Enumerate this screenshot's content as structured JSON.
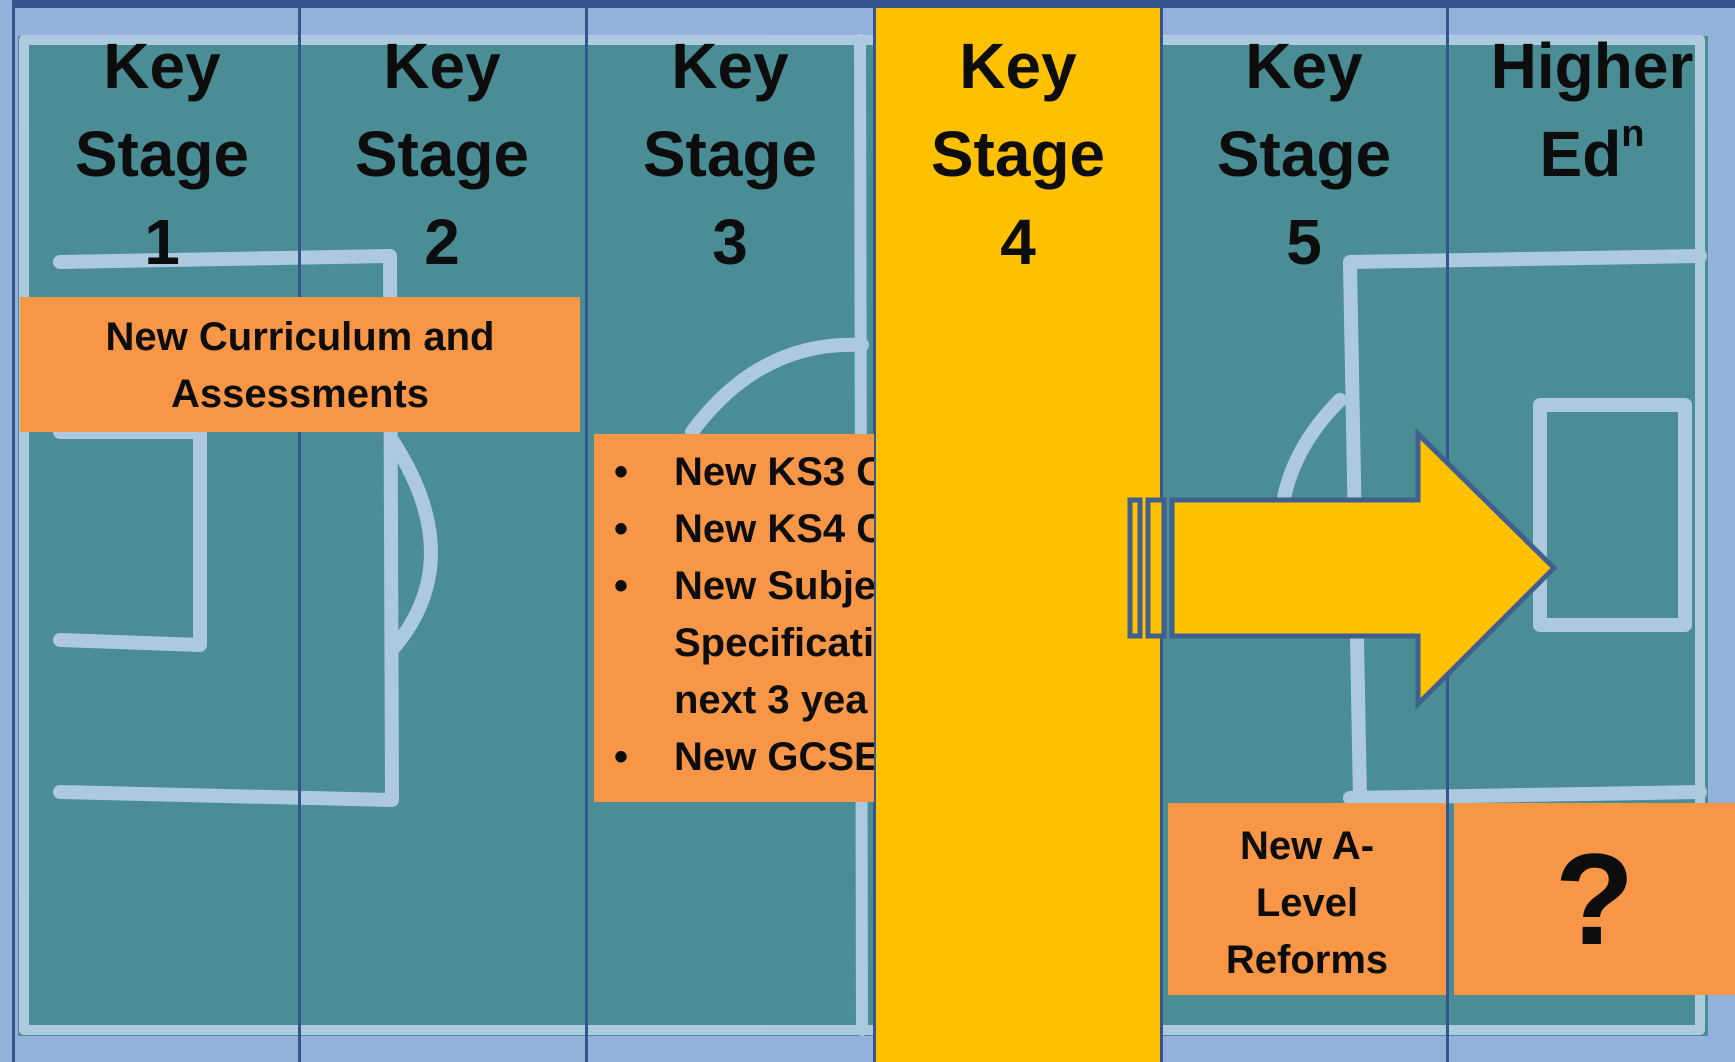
{
  "columns": [
    {
      "line1": "Key",
      "line2": "Stage",
      "line3": "1"
    },
    {
      "line1": "Key",
      "line2": "Stage",
      "line3": "2"
    },
    {
      "line1": "Key",
      "line2": "Stage",
      "line3": "3"
    },
    {
      "line1": "Key",
      "line2": "Stage",
      "line3": "4"
    },
    {
      "line1": "Key",
      "line2": "Stage",
      "line3": "5"
    },
    {
      "line1": "Higher",
      "line2": "Ed",
      "line2_sup": "n"
    }
  ],
  "boxes": {
    "curriculum": {
      "line1": "New Curriculum and",
      "line2": "Assessments"
    },
    "ks3_bullets": {
      "bullet": "•",
      "items": [
        {
          "text": "New KS3 C"
        },
        {
          "text": "New KS4 C"
        },
        {
          "text": "New Subje"
        },
        {
          "text": "Specificati",
          "continuation": true
        },
        {
          "text": "next 3 yea",
          "continuation": true
        },
        {
          "text": "New GCSE"
        }
      ]
    },
    "alevel": {
      "line1": "New A-",
      "line2": "Level",
      "line3": "Reforms"
    },
    "higher_ed": {
      "text": "?"
    }
  },
  "colors": {
    "background": "#93b1db",
    "pitch": "#4a8d95",
    "chalk": "#b8d0e6",
    "highlight_column": "#ffc000",
    "box": "#f79646",
    "divider": "#34568c",
    "arrow_fill": "#ffc000",
    "arrow_stroke": "#3f5f8f"
  },
  "highlighted_column": 4
}
